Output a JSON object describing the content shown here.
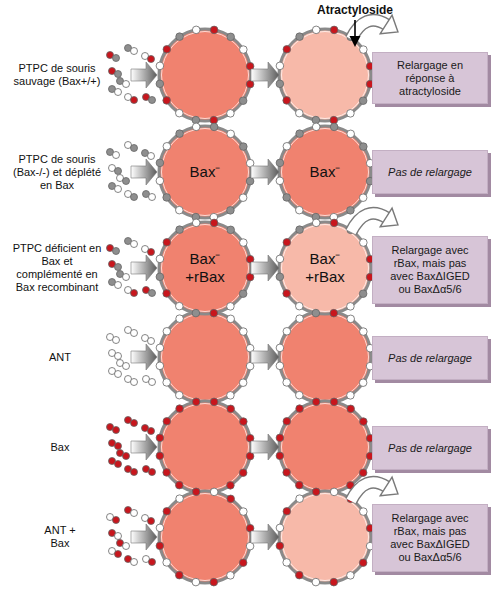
{
  "diagram": {
    "nodes": [
      {
        "text": [
          "Relargage en réponse à atractyloside"
        ]
      },
      {
        "text": [
          "Bax⁻"
        ]
      },
      {
        "text": [
          "Bax⁻"
        ]
      },
      {
        "text": [
          "Pas de relargage"
        ]
      },
      {
        "text": [
          "Bax⁻",
          "+rBax"
        ]
      },
      {
        "text": [
          "Bax⁻",
          "+rBax"
        ]
      },
      {
        "text": [
          "Relargage avec rBax, mais pas avec BaxΔIGED ou BaxΔα5/6"
        ]
      },
      {
        "text": [
          "Pas de relargage"
        ]
      },
      {
        "text": [
          "Pas de relargage"
        ]
      },
      {
        "text": [
          "Relargage avec rBax, mais pas avec BaxΔIGED ou BaxΔα5/6"
        ]
      }
    ],
    "edges": [
      {
        "from": 1,
        "to": 2,
        "arrow": "to"
      },
      {
        "from": 4,
        "to": 5,
        "arrow": "to"
      }
    ],
    "labels": [
      "Atractyloside",
      "PTPC de souris sauvage (Bax+/+)",
      "PTPC de souris (Bax-/-) et déplété en Bax",
      "PTPC déficient en Bax et complémenté en Bax recombinant",
      "ANT",
      "Bax",
      "ANT + Bax"
    ]
  }
}
